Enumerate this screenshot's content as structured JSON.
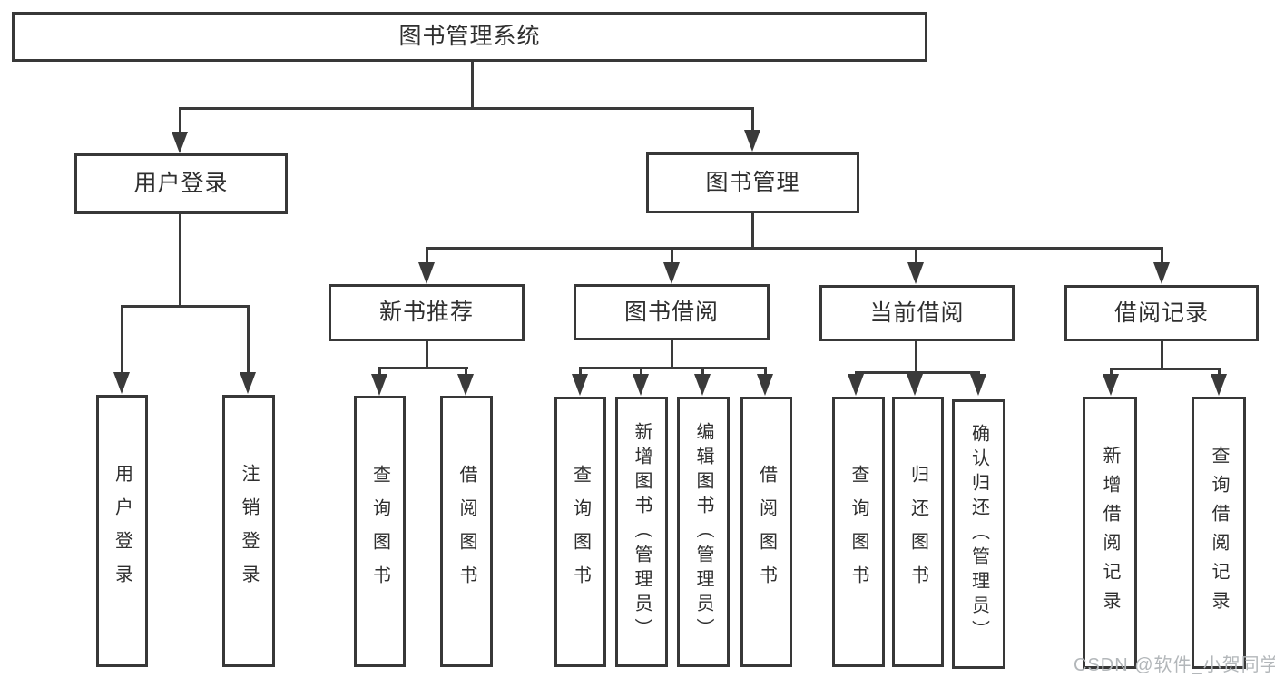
{
  "diagram": {
    "title": "图书管理系统",
    "nodes": {
      "root": "图书管理系统",
      "user_login": "用户登录",
      "book_mgmt": "图书管理",
      "new_book_rec": "新书推荐",
      "book_borrow": "图书借阅",
      "current_borrow": "当前借阅",
      "borrow_records": "借阅记录",
      "login": "用户登录",
      "logout": "注销登录",
      "rec_query": "查询图书",
      "rec_borrow": "借阅图书",
      "bor_query": "查询图书",
      "bor_add": "新增图书（管理员）",
      "bor_edit": "编辑图书（管理员）",
      "bor_borrow": "借阅图书",
      "cur_query": "查询图书",
      "cur_return": "归还图书",
      "cur_confirm": "确认归还（管理员）",
      "recd_add": "新增借阅记录",
      "recd_query": "查询借阅记录"
    }
  },
  "watermark": {
    "text": "CSDN @软件_小贺同学"
  },
  "colors": {
    "line": "#3a3a3a",
    "border": "#383838",
    "text": "#2f2f2f",
    "watermark": "#b3b7ba",
    "background": "#ffffff"
  }
}
